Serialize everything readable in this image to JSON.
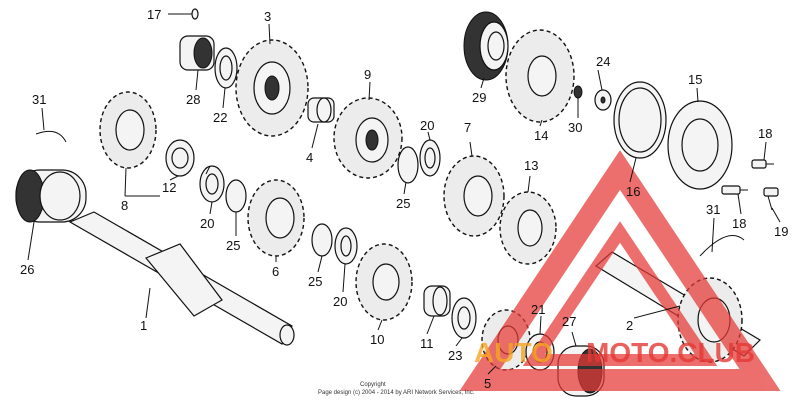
{
  "labels": {
    "l1": "1",
    "l2": "2",
    "l3": "3",
    "l4": "4",
    "l5": "5",
    "l6": "6",
    "l7": "7",
    "l8": "8",
    "l9": "9",
    "l10": "10",
    "l11": "11",
    "l12": "12",
    "l13": "13",
    "l14": "14",
    "l15": "15",
    "l16": "16",
    "l17": "17",
    "l18a": "18",
    "l18b": "18",
    "l19": "19",
    "l20a": "20",
    "l20b": "20",
    "l20c": "20",
    "l21": "21",
    "l22": "22",
    "l23": "23",
    "l24": "24",
    "l25a": "25",
    "l25b": "25",
    "l25c": "25",
    "l26": "26",
    "l27": "27",
    "l28": "28",
    "l29": "29",
    "l30": "30",
    "l31a": "31",
    "l31b": "31"
  },
  "copyright": {
    "line1": "Copyright",
    "line2": "Page design (c) 2004 - 2014 by ARI Network Services, Inc."
  },
  "watermark": {
    "text_left": "AUTO",
    "text_right": "MOTO.CLUB",
    "color_red": "#e53935",
    "color_orange": "#f5a623"
  }
}
